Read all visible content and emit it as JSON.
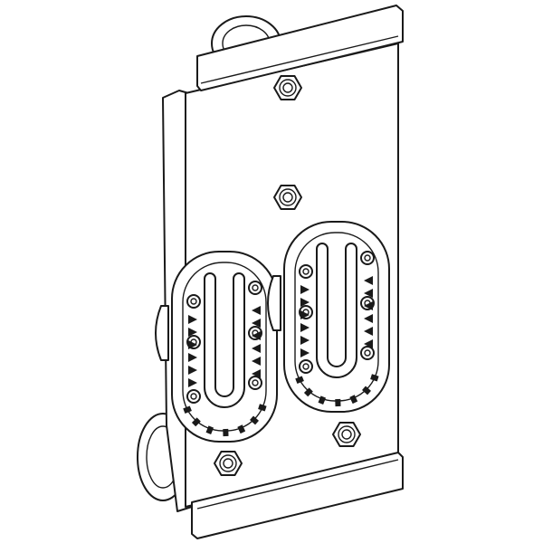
{
  "figure": {
    "subject": "mounting-plate-line-drawing",
    "background": "#ffffff",
    "stroke_color": "#1a1a1a",
    "nut_count": 4,
    "clip_count": 2
  }
}
